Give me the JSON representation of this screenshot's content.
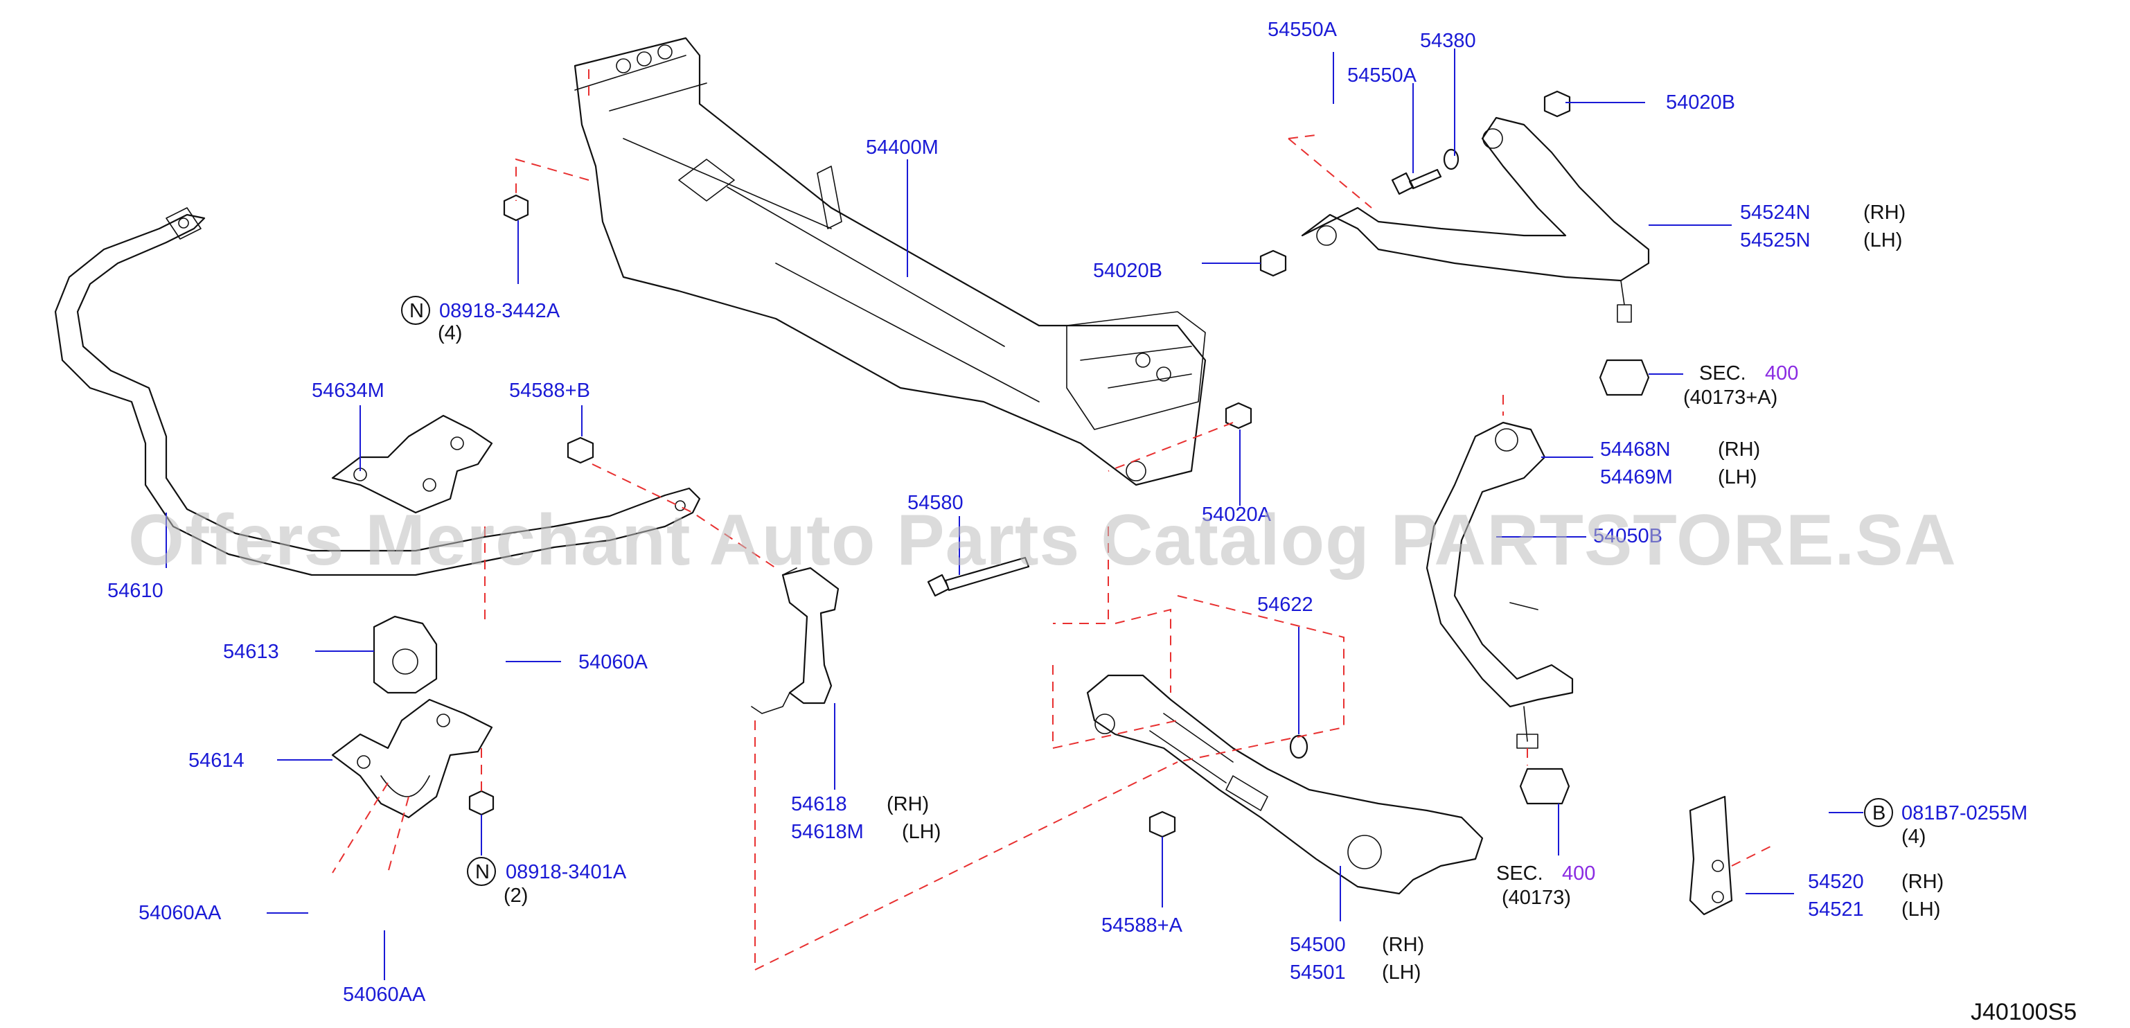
{
  "diagram": {
    "watermark": "Offers Merchant Auto Parts Catalog PARTSTORE.SA",
    "diagram_code": "J40100S5",
    "labels": {
      "p54550A_top": "54550A",
      "p54550A": "54550A",
      "p54380": "54380",
      "p54020B_top": "54020B",
      "p54524N": "54524N",
      "rh_54524N": "(RH)",
      "p54525N": "54525N",
      "lh_54525N": "(LH)",
      "p54020B_left": "54020B",
      "sec_top": "SEC.",
      "sec_top_num": "400",
      "sec_top_ref": "(40173+A)",
      "p54400M": "54400M",
      "n_08918_3442A": "08918-3442A",
      "qty_4_a": "(4)",
      "p54634M": "54634M",
      "p54588B": "54588+B",
      "p54610": "54610",
      "p54580": "54580",
      "p54020A": "54020A",
      "p54468N": "54468N",
      "rh_54468N": "(RH)",
      "p54469M": "54469M",
      "lh_54469M": "(LH)",
      "p54050B": "54050B",
      "p54613": "54613",
      "p54060A": "54060A",
      "p54622": "54622",
      "p54614": "54614",
      "p54618": "54618",
      "rh_54618": "(RH)",
      "p54618M": "54618M",
      "lh_54618M": "(LH)",
      "n_08918_3401A": "08918-3401A",
      "qty_2": "(2)",
      "p54060AA_left": "54060AA",
      "p54060AA_bottom": "54060AA",
      "p54588A": "54588+A",
      "p54500": "54500",
      "rh_54500": "(RH)",
      "p54501": "54501",
      "lh_54501": "(LH)",
      "sec_bottom": "SEC.",
      "sec_bottom_num": "400",
      "sec_bottom_ref": "(40173)",
      "b_081B7_0255M": "081B7-0255M",
      "qty_4_b": "(4)",
      "p54520": "54520",
      "rh_54520": "(RH)",
      "p54521": "54521",
      "lh_54521": "(LH)"
    },
    "symbols": {
      "n_symbol": "N",
      "b_symbol": "B"
    }
  }
}
